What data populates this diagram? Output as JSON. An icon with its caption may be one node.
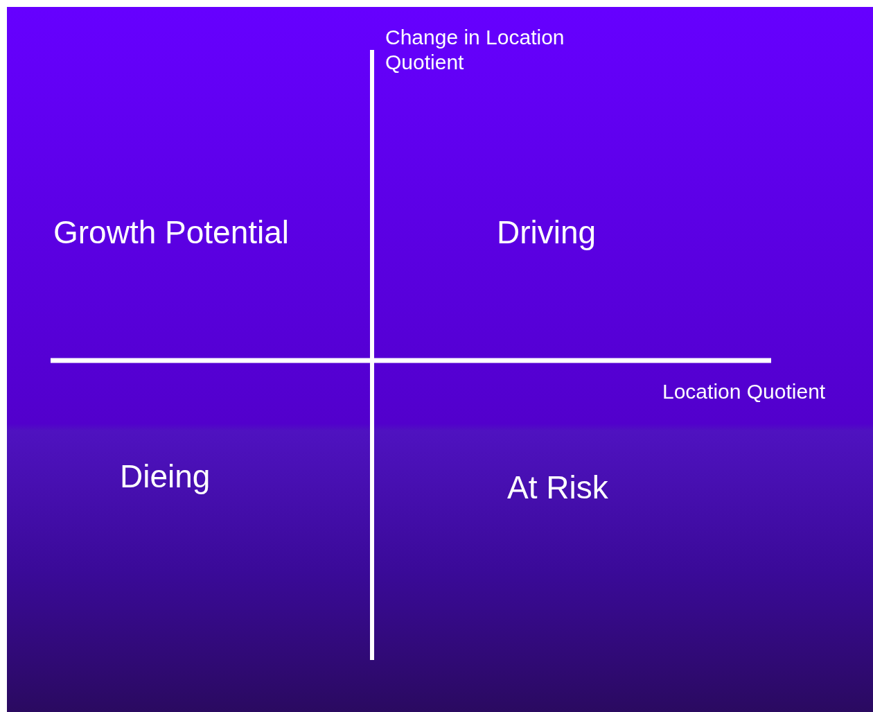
{
  "diagram": {
    "labels": [
      "Change in Location Quotient",
      "Growth Potential",
      "Driving",
      "Location Quotient",
      "Dieing",
      "At Risk"
    ]
  }
}
